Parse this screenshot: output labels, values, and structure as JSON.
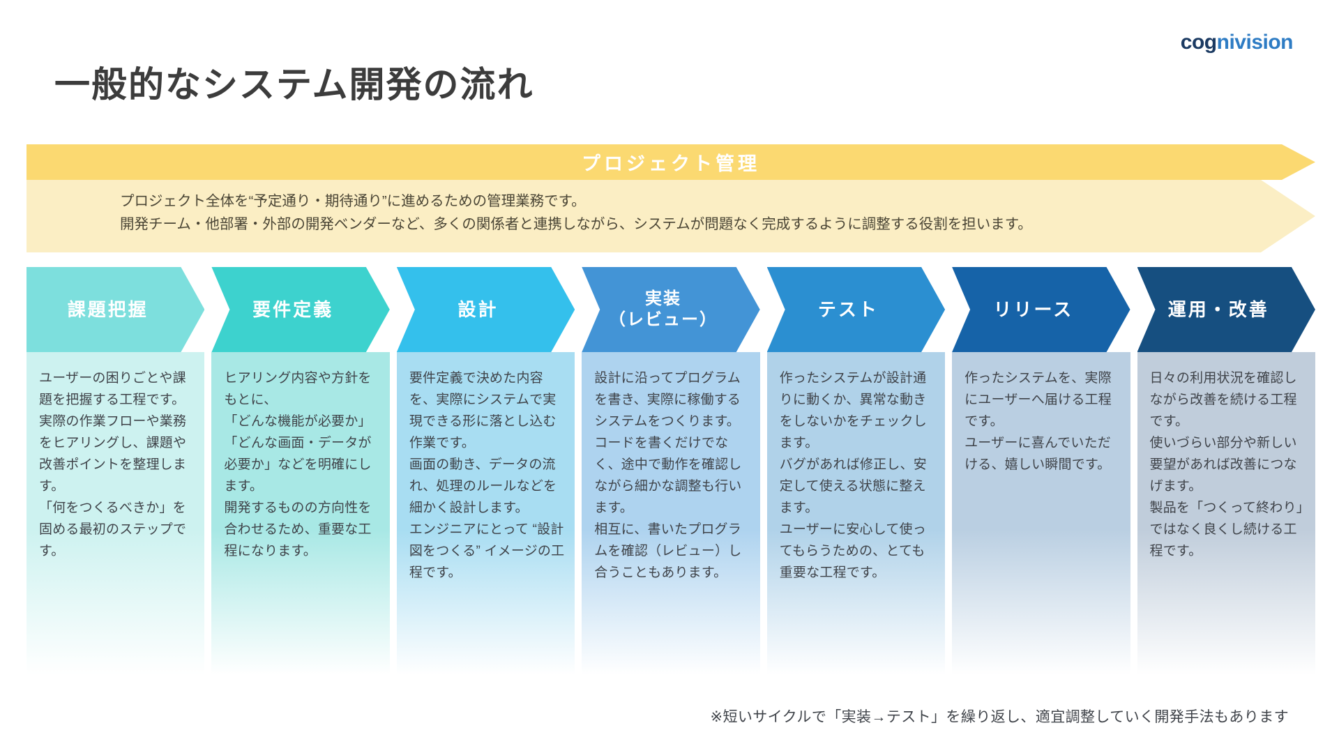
{
  "logo": {
    "part1": "cog",
    "part2": "nivision"
  },
  "page_title": "一般的なシステム開発の流れ",
  "pm_banner": {
    "heading": "プロジェクト管理",
    "line1": "プロジェクト全体を“予定通り・期待通り”に進めるための管理業務です。",
    "line2": "開発チーム・他部署・外部の開発ベンダーなど、多くの関係者と連携しながら、システムが問題なく完成するように調整する役割を担います。",
    "header_color": "#fbd971",
    "body_color": "#fbeec4"
  },
  "stages": [
    {
      "title": "課題把握",
      "head_color": "#7ddfdd",
      "body_color": "#cdf2f0",
      "desc": "ユーザーの困りごとや課題を把握する工程です。\n実際の作業フローや業務をヒアリングし、課題や改善ポイントを整理します。\n「何をつくるべきか」を固める最初のステップです。"
    },
    {
      "title": "要件定義",
      "head_color": "#3dd2ce",
      "body_color": "#a8e8e5",
      "desc": "ヒアリング内容や方針をもとに、\n「どんな機能が必要か」「どんな画面・データが必要か」などを明確にします。\n開発するものの方向性を合わせるため、重要な工程になります。"
    },
    {
      "title": "設計",
      "head_color": "#34c0ec",
      "body_color": "#a8ddf2",
      "desc": "要件定義で決めた内容を、実際にシステムで実現できる形に落とし込む作業です。\n画面の動き、データの流れ、処理のルールなどを細かく設計します。\nエンジニアにとって “設計図をつくる” イメージの工程です。"
    },
    {
      "title": "実装\n（レビュー）",
      "head_color": "#4394d6",
      "body_color": "#aed3ef",
      "desc": "設計に沿ってプログラムを書き、実際に稼働するシステムをつくります。\nコードを書くだけでなく、途中で動作を確認しながら細かな調整も行います。\n相互に、書いたプログラムを確認（レビュー）し合うこともあります。"
    },
    {
      "title": "テスト",
      "head_color": "#2b8fd1",
      "body_color": "#b0d2e9",
      "desc": "作ったシステムが設計通りに動くか、異常な動きをしないかをチェックします。\nバグがあれば修正し、安定して使える状態に整えます。\nユーザーに安心して使ってもらうための、とても重要な工程です。"
    },
    {
      "title": "リリース",
      "head_color": "#1663a8",
      "body_color": "#bacfe2",
      "desc": "作ったシステムを、実際にユーザーへ届ける工程です。\nユーザーに喜んでいただける、嬉しい瞬間です。"
    },
    {
      "title": "運用・改善",
      "head_color": "#164f80",
      "body_color": "#c0cddb",
      "desc": "日々の利用状況を確認しながら改善を続ける工程です。\n使いづらい部分や新しい要望があれば改善につなげます。\n製品を「つくって終わり」ではなく良くし続ける工程です。"
    }
  ],
  "footnote": "※短いサイクルで「実装→テスト」を繰り返し、適宜調整していく開発手法もあります"
}
